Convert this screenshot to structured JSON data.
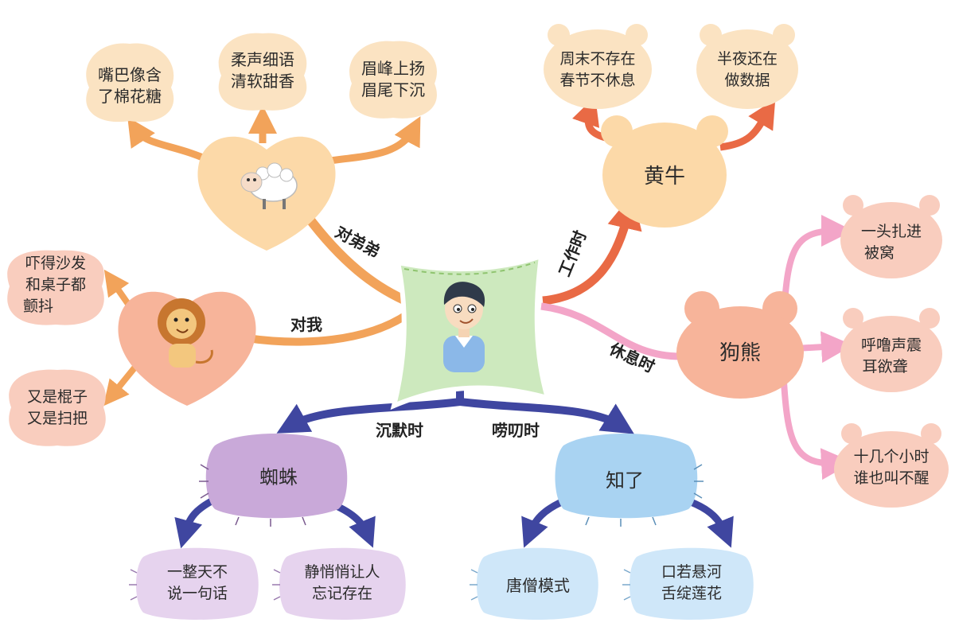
{
  "colors": {
    "orange": "#F2A35A",
    "orange_light": "#FCD9A8",
    "peach": "#FBE3C2",
    "red_orange": "#E96A45",
    "pink": "#F3A5C8",
    "salmon": "#F7B49A",
    "pink_node": "#F9CDBE",
    "navy": "#3F46A0",
    "purple": "#C9A9D9",
    "lavender": "#E6D3EE",
    "blue": "#A9D3F2",
    "light_blue": "#CFE7F9",
    "green": "#CDE9BE"
  },
  "center": {
    "icon": "boy-portrait-icon"
  },
  "branches": {
    "sheep": {
      "edge_label": "对弟弟",
      "icon": "sheep-icon",
      "children": [
        {
          "lines": [
            "嘴巴像含",
            "了棉花糖"
          ]
        },
        {
          "lines": [
            "柔声细语",
            "清软甜香"
          ]
        },
        {
          "lines": [
            "眉峰上扬",
            "眉尾下沉"
          ]
        }
      ]
    },
    "lion": {
      "edge_label": "对我",
      "icon": "lion-icon",
      "children": [
        {
          "lines": [
            "吓得沙发",
            "和桌子都",
            "颤抖"
          ]
        },
        {
          "lines": [
            "又是棍子",
            "又是扫把"
          ]
        }
      ]
    },
    "ox": {
      "edge_label": "工作时",
      "label": "黄牛",
      "children": [
        {
          "lines": [
            "周末不存在",
            "春节不休息"
          ]
        },
        {
          "lines": [
            "半夜还在",
            "做数据"
          ]
        }
      ]
    },
    "bear": {
      "edge_label": "休息时",
      "label": "狗熊",
      "children": [
        {
          "lines": [
            "一头扎进",
            "被窝"
          ]
        },
        {
          "lines": [
            "呼噜声震",
            "耳欲聋"
          ]
        },
        {
          "lines": [
            "十几个小时",
            "谁也叫不醒"
          ]
        }
      ]
    },
    "spider": {
      "edge_label": "沉默时",
      "label": "蜘蛛",
      "children": [
        {
          "lines": [
            "一整天不",
            "说一句话"
          ]
        },
        {
          "lines": [
            "静悄悄让人",
            "忘记存在"
          ]
        }
      ]
    },
    "cicada": {
      "edge_label": "唠叨时",
      "label": "知了",
      "children": [
        {
          "lines": [
            "唐僧模式"
          ]
        },
        {
          "lines": [
            "口若悬河",
            "舌绽莲花"
          ]
        }
      ]
    }
  }
}
